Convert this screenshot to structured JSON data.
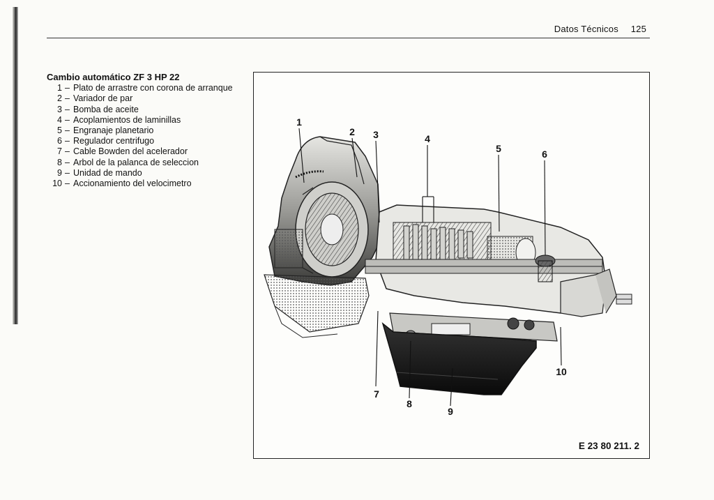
{
  "header": {
    "title": "Datos Técnicos",
    "page_number": "125"
  },
  "legend": {
    "title": "Cambio automático ZF 3 HP 22",
    "items": [
      {
        "num": "1",
        "label": "Plato de arrastre con corona de arranque"
      },
      {
        "num": "2",
        "label": "Variador de par"
      },
      {
        "num": "3",
        "label": "Bomba de aceite"
      },
      {
        "num": "4",
        "label": "Acoplamientos de laminillas"
      },
      {
        "num": "5",
        "label": "Engranaje planetario"
      },
      {
        "num": "6",
        "label": "Regulador centrifugo"
      },
      {
        "num": "7",
        "label": "Cable Bowden del acelerador"
      },
      {
        "num": "8",
        "label": "Arbol de la palanca de seleccion"
      },
      {
        "num": "9",
        "label": "Unidad de mando"
      },
      {
        "num": "10",
        "label": "Accionamiento del velocimetro"
      }
    ]
  },
  "figure": {
    "code": "E 23 80 211. 2",
    "callouts": [
      "1",
      "2",
      "3",
      "4",
      "5",
      "6",
      "7",
      "8",
      "9",
      "10"
    ]
  }
}
